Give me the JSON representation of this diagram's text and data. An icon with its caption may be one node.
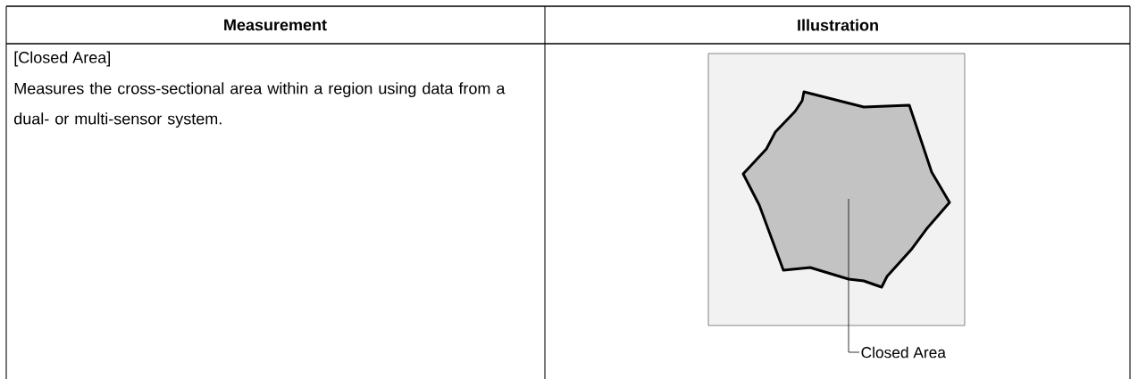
{
  "diagram": {
    "nodes": [
      {
        "text": [],
        "shape": "polygon"
      },
      {
        "text": [
          "Closed Area"
        ]
      }
    ],
    "edges": [
      {
        "from": 1,
        "to": 0,
        "arrow": "none"
      }
    ],
    "labels": [
      "Measurement",
      "Illustration",
      "[Closed Area]",
      "Measures the cross-sectional area within a region using data from a dual- or multi-sensor system."
    ]
  }
}
